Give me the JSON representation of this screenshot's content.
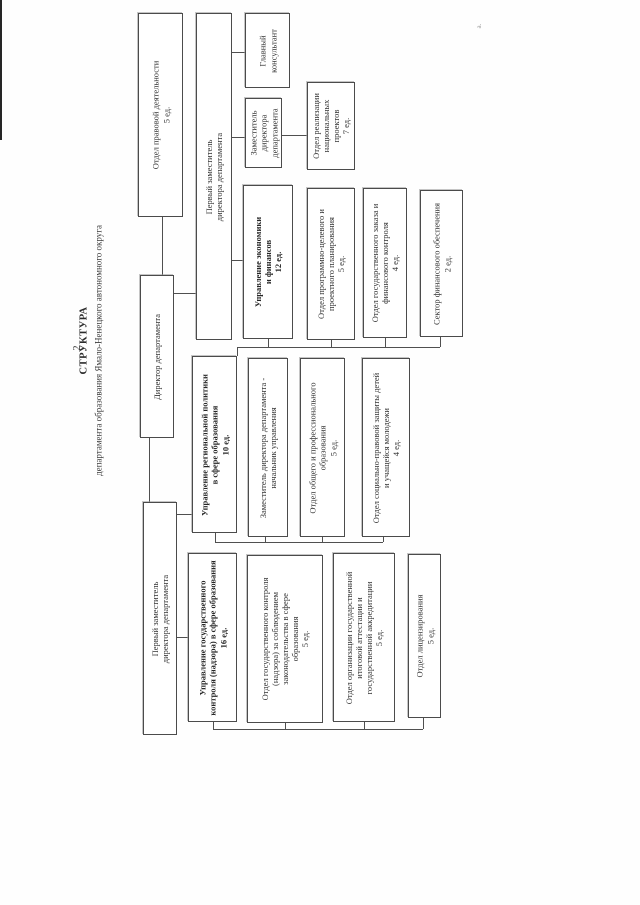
{
  "page": {
    "number": "2",
    "title": "СТРУКТУРА",
    "subtitle": "департамента образования Ямало-Ненецкого автономного округа",
    "artifact": "а."
  },
  "colors": {
    "background": "#fefefe",
    "box_border": "#4b4b4b",
    "connector_line": "#4f4f4f",
    "text": "#343434"
  },
  "boxes": {
    "otdel-pravovoy": {
      "lines": [
        "Отдел правовой деятельности",
        "5 ед."
      ],
      "bold": false
    },
    "pervyy-zam-verh": {
      "lines": [
        "Первый заместитель",
        "директора департамента"
      ],
      "bold": false
    },
    "glavnyy-konsultant": {
      "lines": [
        "Главный",
        "консультант"
      ],
      "bold": false
    },
    "zam-direktora": {
      "lines": [
        "Заместитель",
        "директора",
        "департамента"
      ],
      "bold": false
    },
    "otdel-nats-proektov": {
      "lines": [
        "Отдел реализации",
        "национальных",
        "проектов",
        "7 ед."
      ],
      "bold": false
    },
    "direktor": {
      "lines": [
        "Директор департамента"
      ],
      "bold": false
    },
    "upr-ekonomiki": {
      "lines": [
        "Управление экономики",
        "и финансов",
        "12 ед."
      ],
      "bold": true
    },
    "otdel-programmno": {
      "lines": [
        "Отдел программно-целевого и",
        "проектного планирования",
        "5 ед."
      ],
      "bold": false
    },
    "otdel-goszakaza": {
      "lines": [
        "Отдел государственного заказа и",
        "финансового контроля",
        "4 ед."
      ],
      "bold": false
    },
    "sektor-fin": {
      "lines": [
        "Сектор финансового обеспечения",
        "2 ед."
      ],
      "bold": false
    },
    "upr-reg-politiki": {
      "lines": [
        "Управление региональной политики",
        "в сфере образования",
        "10 ед."
      ],
      "bold": true
    },
    "zam-nach-upr": {
      "lines": [
        "Заместитель директора департамента -",
        "начальник управления"
      ],
      "bold": false
    },
    "otdel-obshchego": {
      "lines": [
        "Отдел общего и профессионального",
        "образования",
        "5 ед."
      ],
      "bold": false
    },
    "otdel-sots-zashchity": {
      "lines": [
        "Отдел социально-правовой защиты детей",
        "и учащейся молодежи",
        "4 ед."
      ],
      "bold": false
    },
    "pervyy-zam-niz": {
      "lines": [
        "Первый заместитель",
        "директора департамента"
      ],
      "bold": false
    },
    "upr-gos-kontrolya": {
      "lines": [
        "Управление государственного",
        "контроля (надзора) в сфере образования",
        "16 ед."
      ],
      "bold": true
    },
    "otdel-gos-kontrolya": {
      "lines": [
        "Отдел государственного контроля",
        "(надзора) за соблюдением",
        "законодательства в сфере",
        "образования",
        "5 ед."
      ],
      "bold": false
    },
    "otdel-attestatsii": {
      "lines": [
        "Отдел организации государственной",
        "итоговой аттестации и",
        "государственной аккредитации",
        "5 ед."
      ],
      "bold": false
    },
    "otdel-litsenzirovaniya": {
      "lines": [
        "Отдел лицензирования",
        "5 ед."
      ],
      "bold": false
    }
  }
}
